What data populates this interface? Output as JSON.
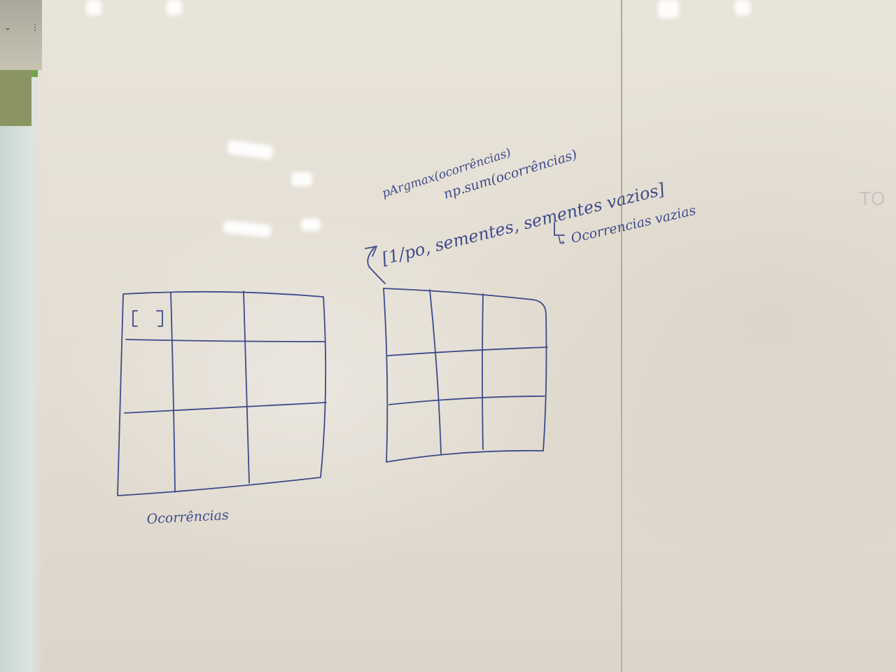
{
  "board": {
    "left_grid_label": "Ocorrências",
    "cell_mark": "[ ]",
    "notes": {
      "line1": "pArgmax(ocorrências)",
      "line2": "np.sum(ocorrências)",
      "line3": "sementes, sementes vazios]",
      "line4": "[1/po, sementes, sementes vazios]",
      "line5": "↳ Ocorrencias vazias"
    },
    "faint_edge_text": "TO"
  },
  "colors": {
    "marker_ink": "#3d4a8a",
    "board": "#e4ded3"
  }
}
